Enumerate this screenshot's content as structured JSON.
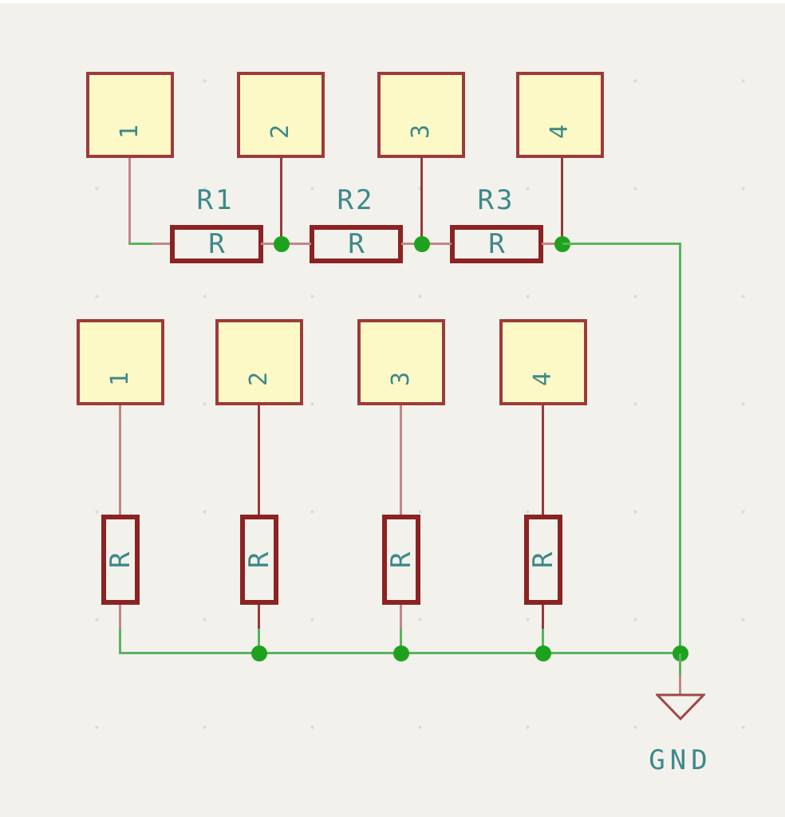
{
  "schematic": {
    "colors": {
      "background": "#f2f1ec",
      "grid_dot": "#dbdad4",
      "box_fill": "#fcf9c6",
      "box_border": "#9e3a3a",
      "text_teal": "#3d8989",
      "resistor_border": "#8c2222",
      "wire_pink": "#c28686",
      "wire_dark_red": "#963b3b",
      "wire_green": "#58b45c",
      "junction_green": "#1ea21e",
      "gnd_symbol": "#a04747"
    },
    "top_connectors": {
      "pins": [
        "1",
        "2",
        "3",
        "4"
      ]
    },
    "bottom_connectors": {
      "pins": [
        "1",
        "2",
        "3",
        "4"
      ]
    },
    "series_resistors": [
      {
        "ref": "R1",
        "value": "R"
      },
      {
        "ref": "R2",
        "value": "R"
      },
      {
        "ref": "R3",
        "value": "R"
      }
    ],
    "shunt_resistors": [
      {
        "value": "R"
      },
      {
        "value": "R"
      },
      {
        "value": "R"
      },
      {
        "value": "R"
      }
    ],
    "ground": {
      "label": "GND"
    }
  }
}
